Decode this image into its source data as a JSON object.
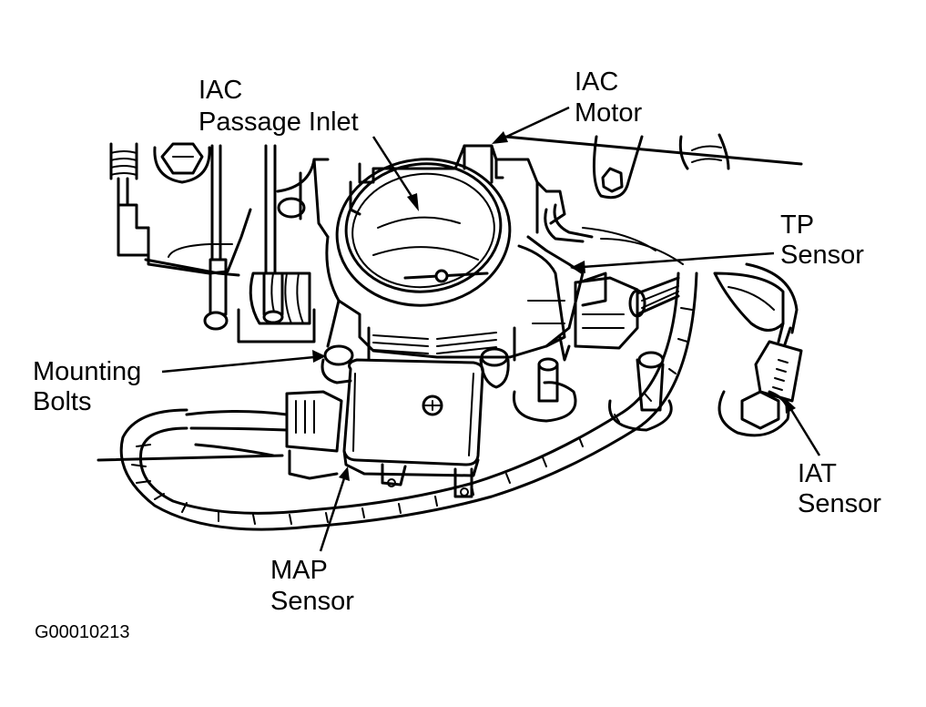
{
  "diagram": {
    "title": "Throttle Body Component Locations",
    "figure_id": "G00010213",
    "colors": {
      "line": "#000000",
      "background": "#ffffff"
    },
    "labels": {
      "iac_passage_inlet": {
        "line1": "IAC",
        "line2": "Passage Inlet"
      },
      "iac_motor": {
        "line1": "IAC",
        "line2": "Motor"
      },
      "tp_sensor": {
        "line1": "TP",
        "line2": "Sensor"
      },
      "mounting_bolts": {
        "line1": "Mounting",
        "line2": "Bolts"
      },
      "iat_sensor": {
        "line1": "IAT",
        "line2": "Sensor"
      },
      "map_sensor": {
        "line1": "MAP",
        "line2": "Sensor"
      }
    }
  }
}
